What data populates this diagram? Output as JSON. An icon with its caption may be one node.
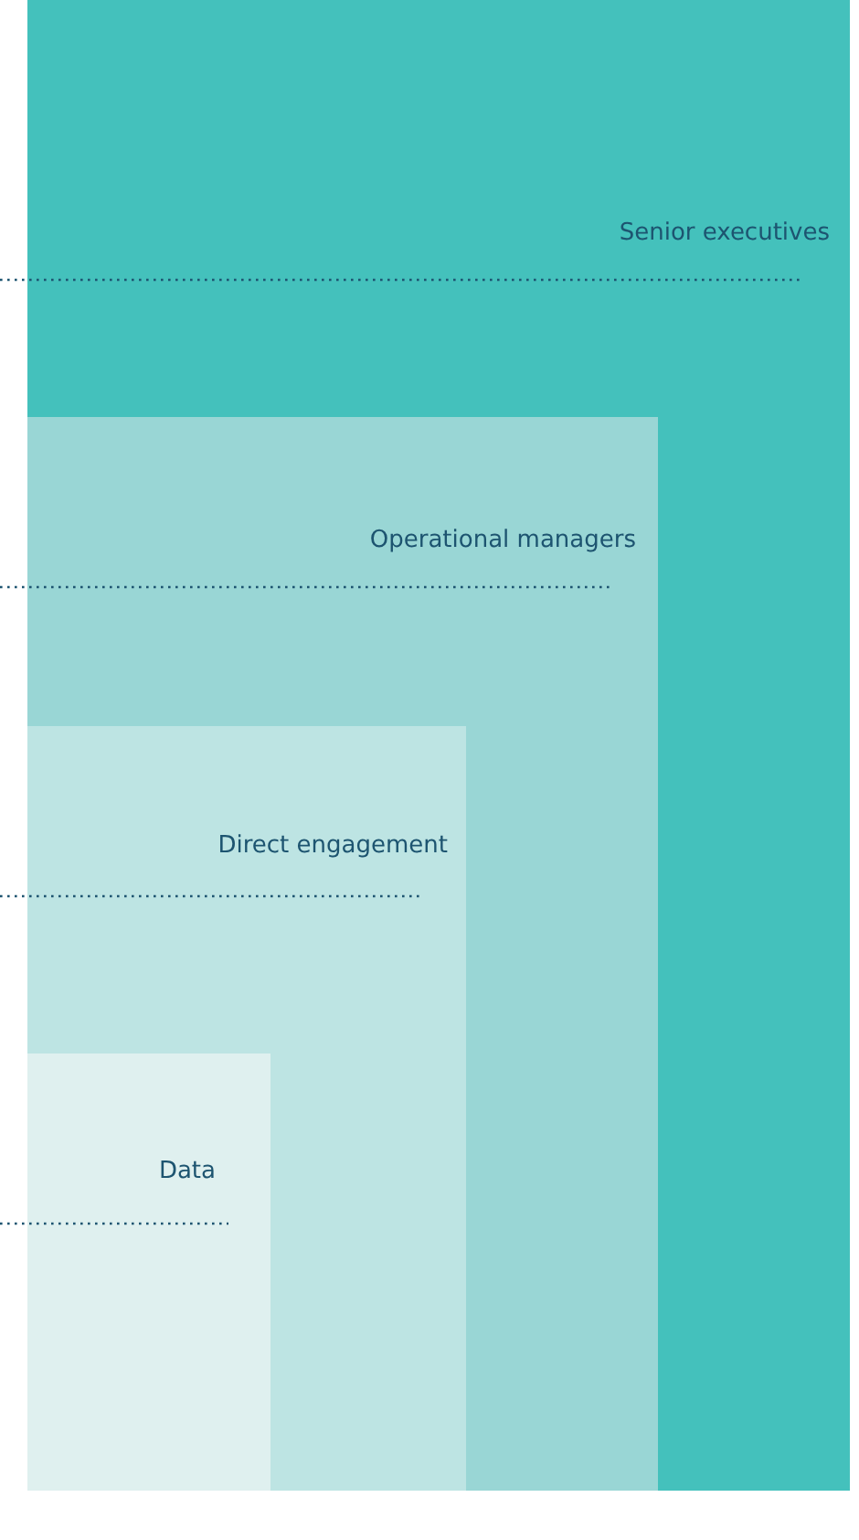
{
  "diagram": {
    "nodes": [
      {
        "text": [
          "Senior executives"
        ]
      },
      {
        "text": [
          "Operational managers"
        ],
        "in": 0
      },
      {
        "text": [
          "Direct engagement"
        ],
        "in": 1
      },
      {
        "text": [
          "Data"
        ],
        "in": 2
      }
    ],
    "edges": [
      {
        "from": null,
        "to": 0,
        "arrow": "none",
        "style": "dashed"
      },
      {
        "from": null,
        "to": 1,
        "arrow": "none",
        "style": "dashed"
      },
      {
        "from": null,
        "to": 2,
        "arrow": "none",
        "style": "dashed"
      },
      {
        "from": null,
        "to": 3,
        "arrow": "none",
        "style": "dashed"
      }
    ]
  }
}
